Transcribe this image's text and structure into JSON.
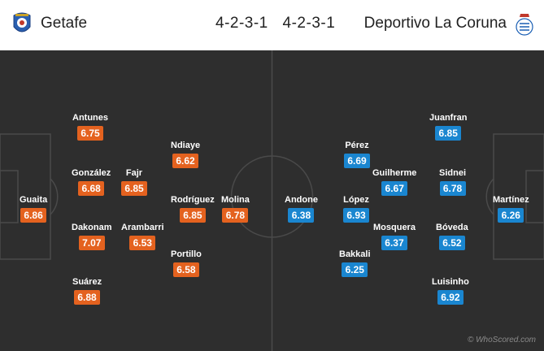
{
  "header": {
    "home_team": "Getafe",
    "away_team": "Deportivo La Coruna",
    "home_formation": "4-2-3-1",
    "away_formation": "4-2-3-1"
  },
  "colors": {
    "home_rating": "#e4621f",
    "away_rating": "#1a86d0",
    "pitch": "#2e2e2e",
    "lines": "#4a4a4a"
  },
  "home_players": [
    {
      "name": "Guaita",
      "rating": "6.86"
    },
    {
      "name": "Antunes",
      "rating": "6.75"
    },
    {
      "name": "González",
      "rating": "6.68"
    },
    {
      "name": "Dakonam",
      "rating": "7.07"
    },
    {
      "name": "Suárez",
      "rating": "6.88"
    },
    {
      "name": "Fajr",
      "rating": "6.85"
    },
    {
      "name": "Arambarri",
      "rating": "6.53"
    },
    {
      "name": "Ndiaye",
      "rating": "6.62"
    },
    {
      "name": "Rodríguez",
      "rating": "6.85"
    },
    {
      "name": "Portillo",
      "rating": "6.58"
    },
    {
      "name": "Molina",
      "rating": "6.78"
    }
  ],
  "away_players": [
    {
      "name": "Martínez",
      "rating": "6.26"
    },
    {
      "name": "Juanfran",
      "rating": "6.85"
    },
    {
      "name": "Sidnei",
      "rating": "6.78"
    },
    {
      "name": "Bóveda",
      "rating": "6.52"
    },
    {
      "name": "Luisinho",
      "rating": "6.92"
    },
    {
      "name": "Guilherme",
      "rating": "6.67"
    },
    {
      "name": "Mosquera",
      "rating": "6.37"
    },
    {
      "name": "Pérez",
      "rating": "6.69"
    },
    {
      "name": "López",
      "rating": "6.93"
    },
    {
      "name": "Bakkali",
      "rating": "6.25"
    },
    {
      "name": "Andone",
      "rating": "6.38"
    }
  ],
  "credit": "© WhoScored.com"
}
